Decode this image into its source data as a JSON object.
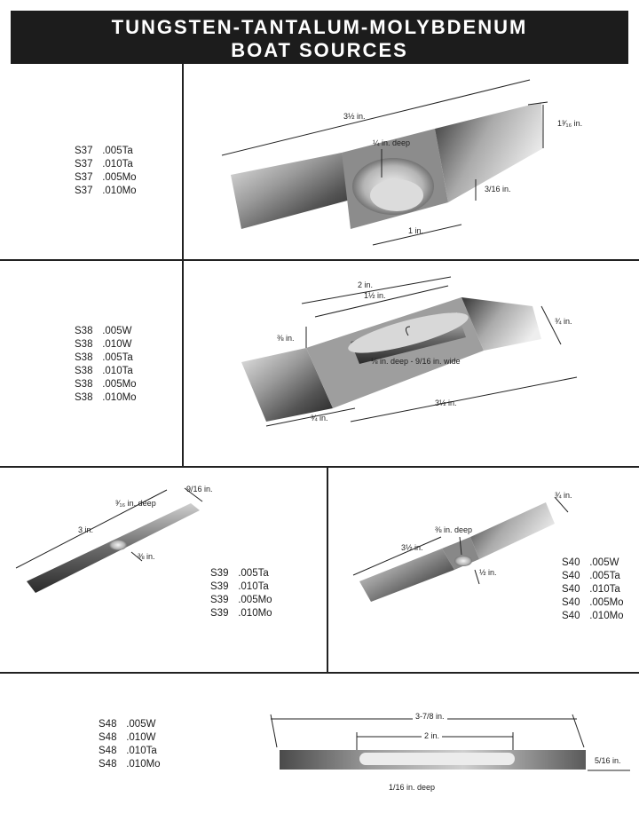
{
  "header": {
    "title_line1": "TUNGSTEN-TANTALUM-MOLYBDENUM",
    "title_line2": "BOAT SOURCES"
  },
  "sections": {
    "s37": {
      "parts": [
        {
          "code": "S37",
          "spec": ".005Ta"
        },
        {
          "code": "S37",
          "spec": ".010Ta"
        },
        {
          "code": "S37",
          "spec": ".005Mo"
        },
        {
          "code": "S37",
          "spec": ".010Mo"
        }
      ],
      "dims": {
        "length": "3½ in.",
        "width": "1³⁄₁₆ in.",
        "depth": "¼ in. deep",
        "height": "3/16 in.",
        "dimple": "1 in."
      }
    },
    "s38": {
      "parts": [
        {
          "code": "S38",
          "spec": ".005W"
        },
        {
          "code": "S38",
          "spec": ".010W"
        },
        {
          "code": "S38",
          "spec": ".005Ta"
        },
        {
          "code": "S38",
          "spec": ".010Ta"
        },
        {
          "code": "S38",
          "spec": ".005Mo"
        },
        {
          "code": "S38",
          "spec": ".010Mo"
        }
      ],
      "dims": {
        "top": "2 in.",
        "trough": "1½ in.",
        "side_height": "⅜ in.",
        "width": "¾ in.",
        "groove": "⅛ in. deep - 9/16 in. wide",
        "tab": "¾ in.",
        "length": "3½ in."
      }
    },
    "s39": {
      "parts": [
        {
          "code": "S39",
          "spec": ".005Ta"
        },
        {
          "code": "S39",
          "spec": ".010Ta"
        },
        {
          "code": "S39",
          "spec": ".005Mo"
        },
        {
          "code": "S39",
          "spec": ".010Mo"
        }
      ],
      "dims": {
        "length": "3 in.",
        "depth": "³⁄₁₆ in. deep",
        "width": "9/16 in.",
        "dimple": "⅜ in."
      }
    },
    "s40": {
      "parts": [
        {
          "code": "S40",
          "spec": ".005W"
        },
        {
          "code": "S40",
          "spec": ".005Ta"
        },
        {
          "code": "S40",
          "spec": ".010Ta"
        },
        {
          "code": "S40",
          "spec": ".005Mo"
        },
        {
          "code": "S40",
          "spec": ".010Mo"
        }
      ],
      "dims": {
        "length": "3½ in.",
        "depth": "⅜ in. deep",
        "width": "¾ in.",
        "dimple": "½ in."
      }
    },
    "s48": {
      "parts": [
        {
          "code": "S48",
          "spec": ".005W"
        },
        {
          "code": "S48",
          "spec": ".010W"
        },
        {
          "code": "S48",
          "spec": ".010Ta"
        },
        {
          "code": "S48",
          "spec": ".010Mo"
        }
      ],
      "dims": {
        "length": "3-7/8 in.",
        "trough": "2 in.",
        "width": "5/16 in.",
        "depth": "1/16 in. deep"
      }
    }
  }
}
